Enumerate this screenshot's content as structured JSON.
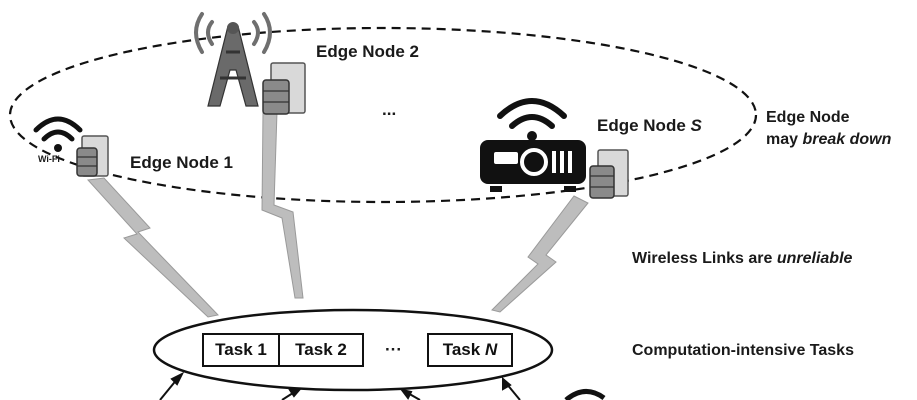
{
  "edge_nodes": {
    "node1": {
      "label": "Edge Node 1",
      "wifi_text": "Wi-Fi"
    },
    "node2": {
      "label": "Edge Node 2"
    },
    "nodeS": {
      "label_prefix": "Edge Node ",
      "label_var": "S"
    },
    "ellipsis": "..."
  },
  "annotations": {
    "breakdown_line1": "Edge Node",
    "breakdown_prefix": "may ",
    "breakdown_em": "break down",
    "wireless_prefix": "Wireless Links are ",
    "wireless_em": "unreliable",
    "tasks_label": "Computation-intensive Tasks"
  },
  "tasks": {
    "task1": "Task 1",
    "task2": "Task 2",
    "ellipsis": "···",
    "taskN_prefix": "Task ",
    "taskN_var": "N"
  },
  "icons": [
    "wifi-icon",
    "radio-tower-icon",
    "server-icon",
    "projector-icon",
    "lightning-link-icon"
  ]
}
